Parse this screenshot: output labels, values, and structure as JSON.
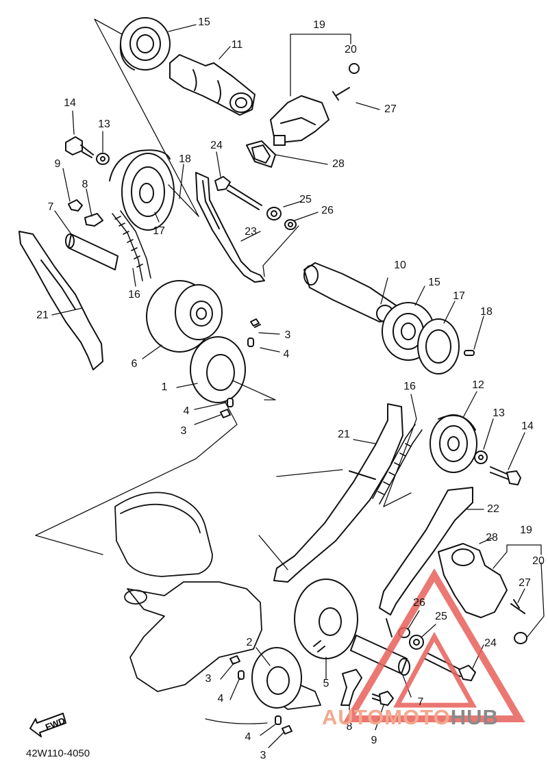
{
  "diagram": {
    "part_code": "42W110-4050",
    "fwd_label": "FWD",
    "callouts": [
      {
        "id": "c-15a",
        "text": "15"
      },
      {
        "id": "c-11",
        "text": "11"
      },
      {
        "id": "c-19a",
        "text": "19"
      },
      {
        "id": "c-20a",
        "text": "20"
      },
      {
        "id": "c-27a",
        "text": "27"
      },
      {
        "id": "c-28a",
        "text": "28"
      },
      {
        "id": "c-14a",
        "text": "14"
      },
      {
        "id": "c-13a",
        "text": "13"
      },
      {
        "id": "c-24a",
        "text": "24"
      },
      {
        "id": "c-18a",
        "text": "18"
      },
      {
        "id": "c-9a",
        "text": "9"
      },
      {
        "id": "c-8a",
        "text": "8"
      },
      {
        "id": "c-25a",
        "text": "25"
      },
      {
        "id": "c-26a",
        "text": "26"
      },
      {
        "id": "c-7a",
        "text": "7"
      },
      {
        "id": "c-17a",
        "text": "17"
      },
      {
        "id": "c-23",
        "text": "23"
      },
      {
        "id": "c-10",
        "text": "10"
      },
      {
        "id": "c-16a",
        "text": "16"
      },
      {
        "id": "c-15b",
        "text": "15"
      },
      {
        "id": "c-17b",
        "text": "17"
      },
      {
        "id": "c-21a",
        "text": "21"
      },
      {
        "id": "c-18b",
        "text": "18"
      },
      {
        "id": "c-3a",
        "text": "3"
      },
      {
        "id": "c-4a",
        "text": "4"
      },
      {
        "id": "c-6",
        "text": "6"
      },
      {
        "id": "c-1",
        "text": "1"
      },
      {
        "id": "c-16b",
        "text": "16"
      },
      {
        "id": "c-12",
        "text": "12"
      },
      {
        "id": "c-4b",
        "text": "4"
      },
      {
        "id": "c-3b",
        "text": "3"
      },
      {
        "id": "c-13b",
        "text": "13"
      },
      {
        "id": "c-14b",
        "text": "14"
      },
      {
        "id": "c-21b",
        "text": "21"
      },
      {
        "id": "c-22",
        "text": "22"
      },
      {
        "id": "c-19b",
        "text": "19"
      },
      {
        "id": "c-28b",
        "text": "28"
      },
      {
        "id": "c-20b",
        "text": "20"
      },
      {
        "id": "c-27b",
        "text": "27"
      },
      {
        "id": "c-26b",
        "text": "26"
      },
      {
        "id": "c-25b",
        "text": "25"
      },
      {
        "id": "c-24b",
        "text": "24"
      },
      {
        "id": "c-2",
        "text": "2"
      },
      {
        "id": "c-3c",
        "text": "3"
      },
      {
        "id": "c-4c",
        "text": "4"
      },
      {
        "id": "c-5",
        "text": "5"
      },
      {
        "id": "c-7b",
        "text": "7"
      },
      {
        "id": "c-8b",
        "text": "8"
      },
      {
        "id": "c-9b",
        "text": "9"
      },
      {
        "id": "c-4d",
        "text": "4"
      },
      {
        "id": "c-3d",
        "text": "3"
      }
    ]
  },
  "watermark": {
    "text_a": "AUTOMOTO",
    "text_b": "HUB",
    "color_a": "#f2a98f",
    "color_b": "#8a8a8a",
    "triangle_color": "#e8605a"
  }
}
